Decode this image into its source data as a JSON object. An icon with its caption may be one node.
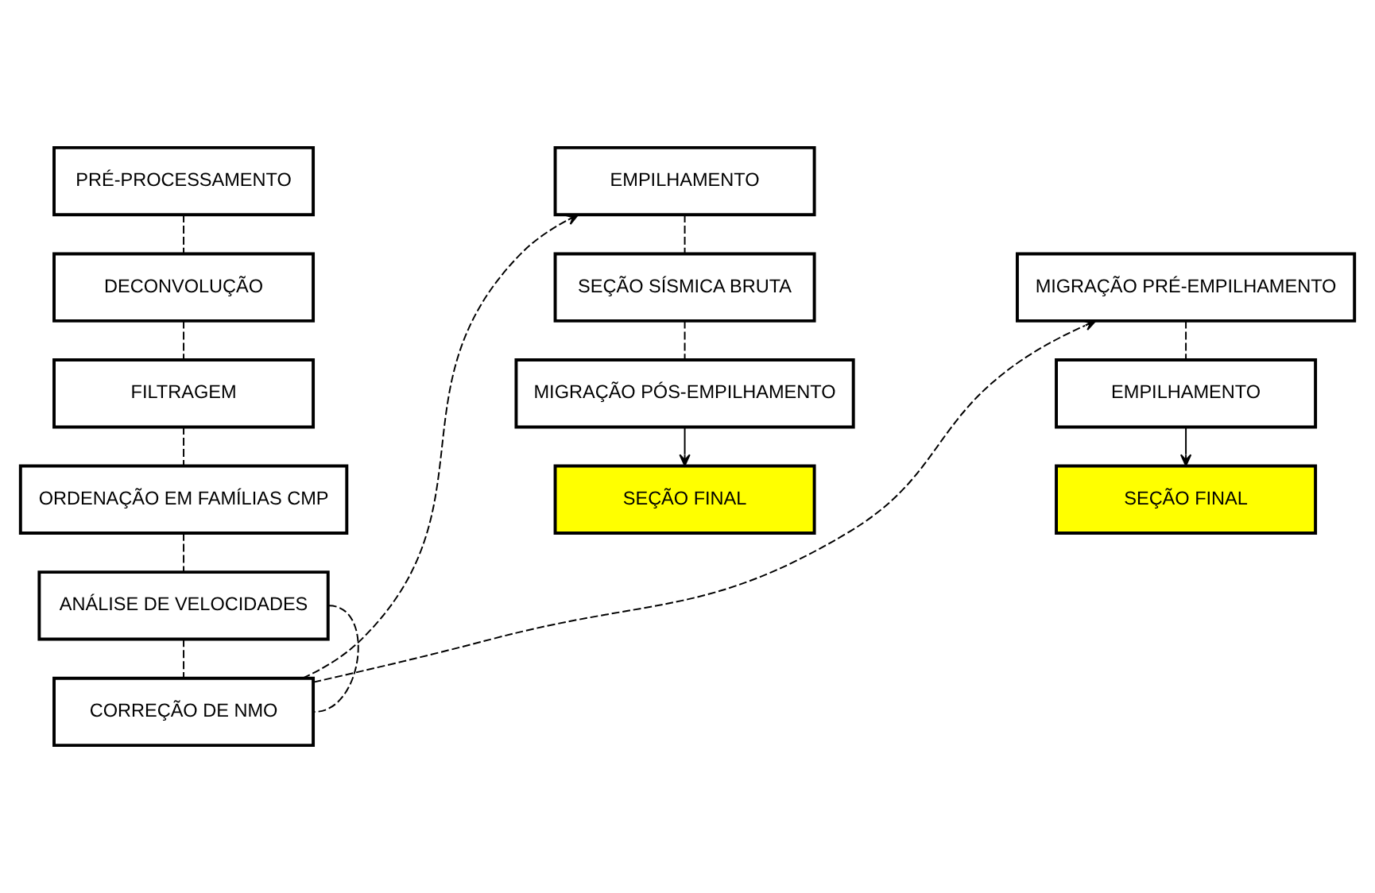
{
  "diagram": {
    "nodes": [
      {
        "text": [
          "PRÉ-PROCESSAMENTO"
        ]
      },
      {
        "text": [
          "DECONVOLUÇÃO"
        ]
      },
      {
        "text": [
          "FILTRAGEM"
        ]
      },
      {
        "text": [
          "ORDENAÇÃO EM FAMÍLIAS CMP"
        ]
      },
      {
        "text": [
          "ANÁLISE DE VELOCIDADES"
        ]
      },
      {
        "text": [
          "CORREÇÃO DE NMO"
        ]
      },
      {
        "text": [
          "EMPILHAMENTO"
        ]
      },
      {
        "text": [
          "SEÇÃO SÍSMICA BRUTA"
        ]
      },
      {
        "text": [
          "MIGRAÇÃO PÓS-EMPILHAMENTO"
        ]
      },
      {
        "text": [
          "SEÇÃO FINAL"
        ]
      },
      {
        "text": [
          "MIGRAÇÃO PRÉ-EMPILHAMENTO"
        ]
      },
      {
        "text": [
          "EMPILHAMENTO"
        ]
      },
      {
        "text": [
          "SEÇÃO FINAL"
        ]
      }
    ],
    "edges": [
      {
        "from": 0,
        "to": 1,
        "arrow": "none",
        "style": "dashed"
      },
      {
        "from": 1,
        "to": 2,
        "arrow": "none",
        "style": "dashed"
      },
      {
        "from": 2,
        "to": 3,
        "arrow": "none",
        "style": "dashed"
      },
      {
        "from": 3,
        "to": 4,
        "arrow": "none",
        "style": "dashed"
      },
      {
        "from": 4,
        "to": 5,
        "arrow": "none",
        "style": "dashed"
      },
      {
        "from": 4,
        "to": 5,
        "arrow": "none",
        "style": "dashed"
      },
      {
        "from": 5,
        "to": 6,
        "arrow": "to",
        "style": "dashed"
      },
      {
        "from": 5,
        "to": 10,
        "arrow": "to",
        "style": "dashed"
      },
      {
        "from": 6,
        "to": 7,
        "arrow": "none",
        "style": "dashed"
      },
      {
        "from": 7,
        "to": 8,
        "arrow": "none",
        "style": "dashed"
      },
      {
        "from": 8,
        "to": 9,
        "arrow": "to"
      },
      {
        "from": 10,
        "to": 11,
        "arrow": "none",
        "style": "dashed"
      },
      {
        "from": 11,
        "to": 12,
        "arrow": "to"
      }
    ]
  }
}
